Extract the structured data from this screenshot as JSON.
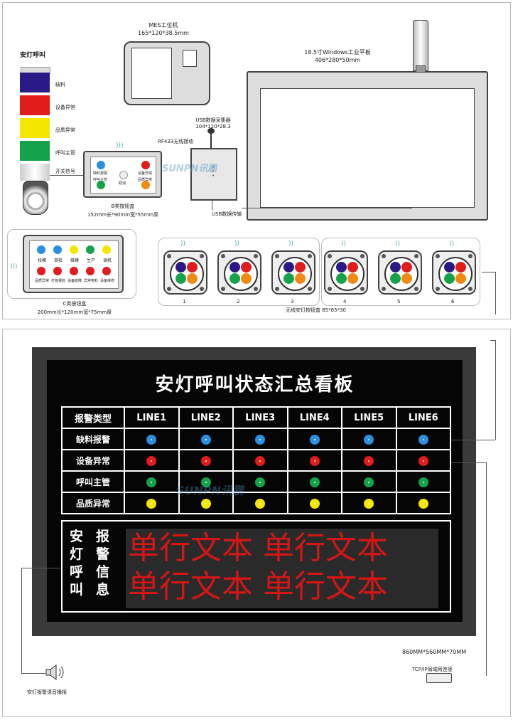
{
  "top": {
    "tower": {
      "title": "安灯呼叫",
      "labels": [
        "缺料",
        "设备异常",
        "品质异常",
        "呼叫主管"
      ],
      "colors": [
        "#2a1a88",
        "#e21b1b",
        "#f4e600",
        "#14a34a"
      ]
    },
    "switch_signal": "开关信号",
    "mes": {
      "title": "MES工位机",
      "size": "165*120*38.5mm"
    },
    "tablet": {
      "title": "18.5寸Windows工业平板",
      "size": "406*280*50mm"
    },
    "usb_collector": {
      "title": "USB数据采集器",
      "size": "104*120*28.3"
    },
    "rf_receive": "RF433无线接收",
    "usb_transfer": "USB数据传输",
    "b_box": {
      "buttons": [
        "缺料报警",
        "设备异常",
        "呼叫主管",
        "品质异常"
      ],
      "center": "取消",
      "title": "B类按钮盒",
      "size": "152mm长*90mm宽*55mm厚"
    },
    "c_box": {
      "top_labels": [
        "校模",
        "首检",
        "维模",
        "生产",
        "调机"
      ],
      "top_colors": [
        "#2a8fe0",
        "#2a8fe0",
        "#f4e600",
        "#14a34a",
        "#f4e600"
      ],
      "bottom_labels": [
        "品质异常",
        "打首报检",
        "设备故障",
        "异常物料",
        "设备维修"
      ],
      "title": "C类按钮盒",
      "size": "200mm长*120mm宽*75mm厚"
    },
    "wireless": {
      "numbers": [
        "1",
        "2",
        "3",
        "4",
        "5",
        "6"
      ],
      "caption": "无线安灯按钮盒  85*85*30"
    },
    "watermark": "SUNPN讯鹏"
  },
  "board": {
    "title": "安灯呼叫状态汇总看板",
    "header_label": "报警类型",
    "lines": [
      "LINE1",
      "LINE2",
      "LINE3",
      "LINE4",
      "LINE5",
      "LINE6"
    ],
    "rows": [
      {
        "label": "缺料报警",
        "color": "#2a8fe0"
      },
      {
        "label": "设备异常",
        "color": "#e21b1b"
      },
      {
        "label": "呼叫主管",
        "color": "#14a34a"
      },
      {
        "label": "品质异常",
        "color": "#f4e600"
      }
    ],
    "side_col1": "安灯呼叫",
    "side_col2": "报警信息",
    "led_line1": "单行文本 单行文本",
    "led_line2": "单行文本 单行文本",
    "size": "860MM*560MM*70MM",
    "network": "TCP/IP局域网连接",
    "voice": "安灯报警语音播报",
    "watermark": "SUNPN讯鹏"
  }
}
